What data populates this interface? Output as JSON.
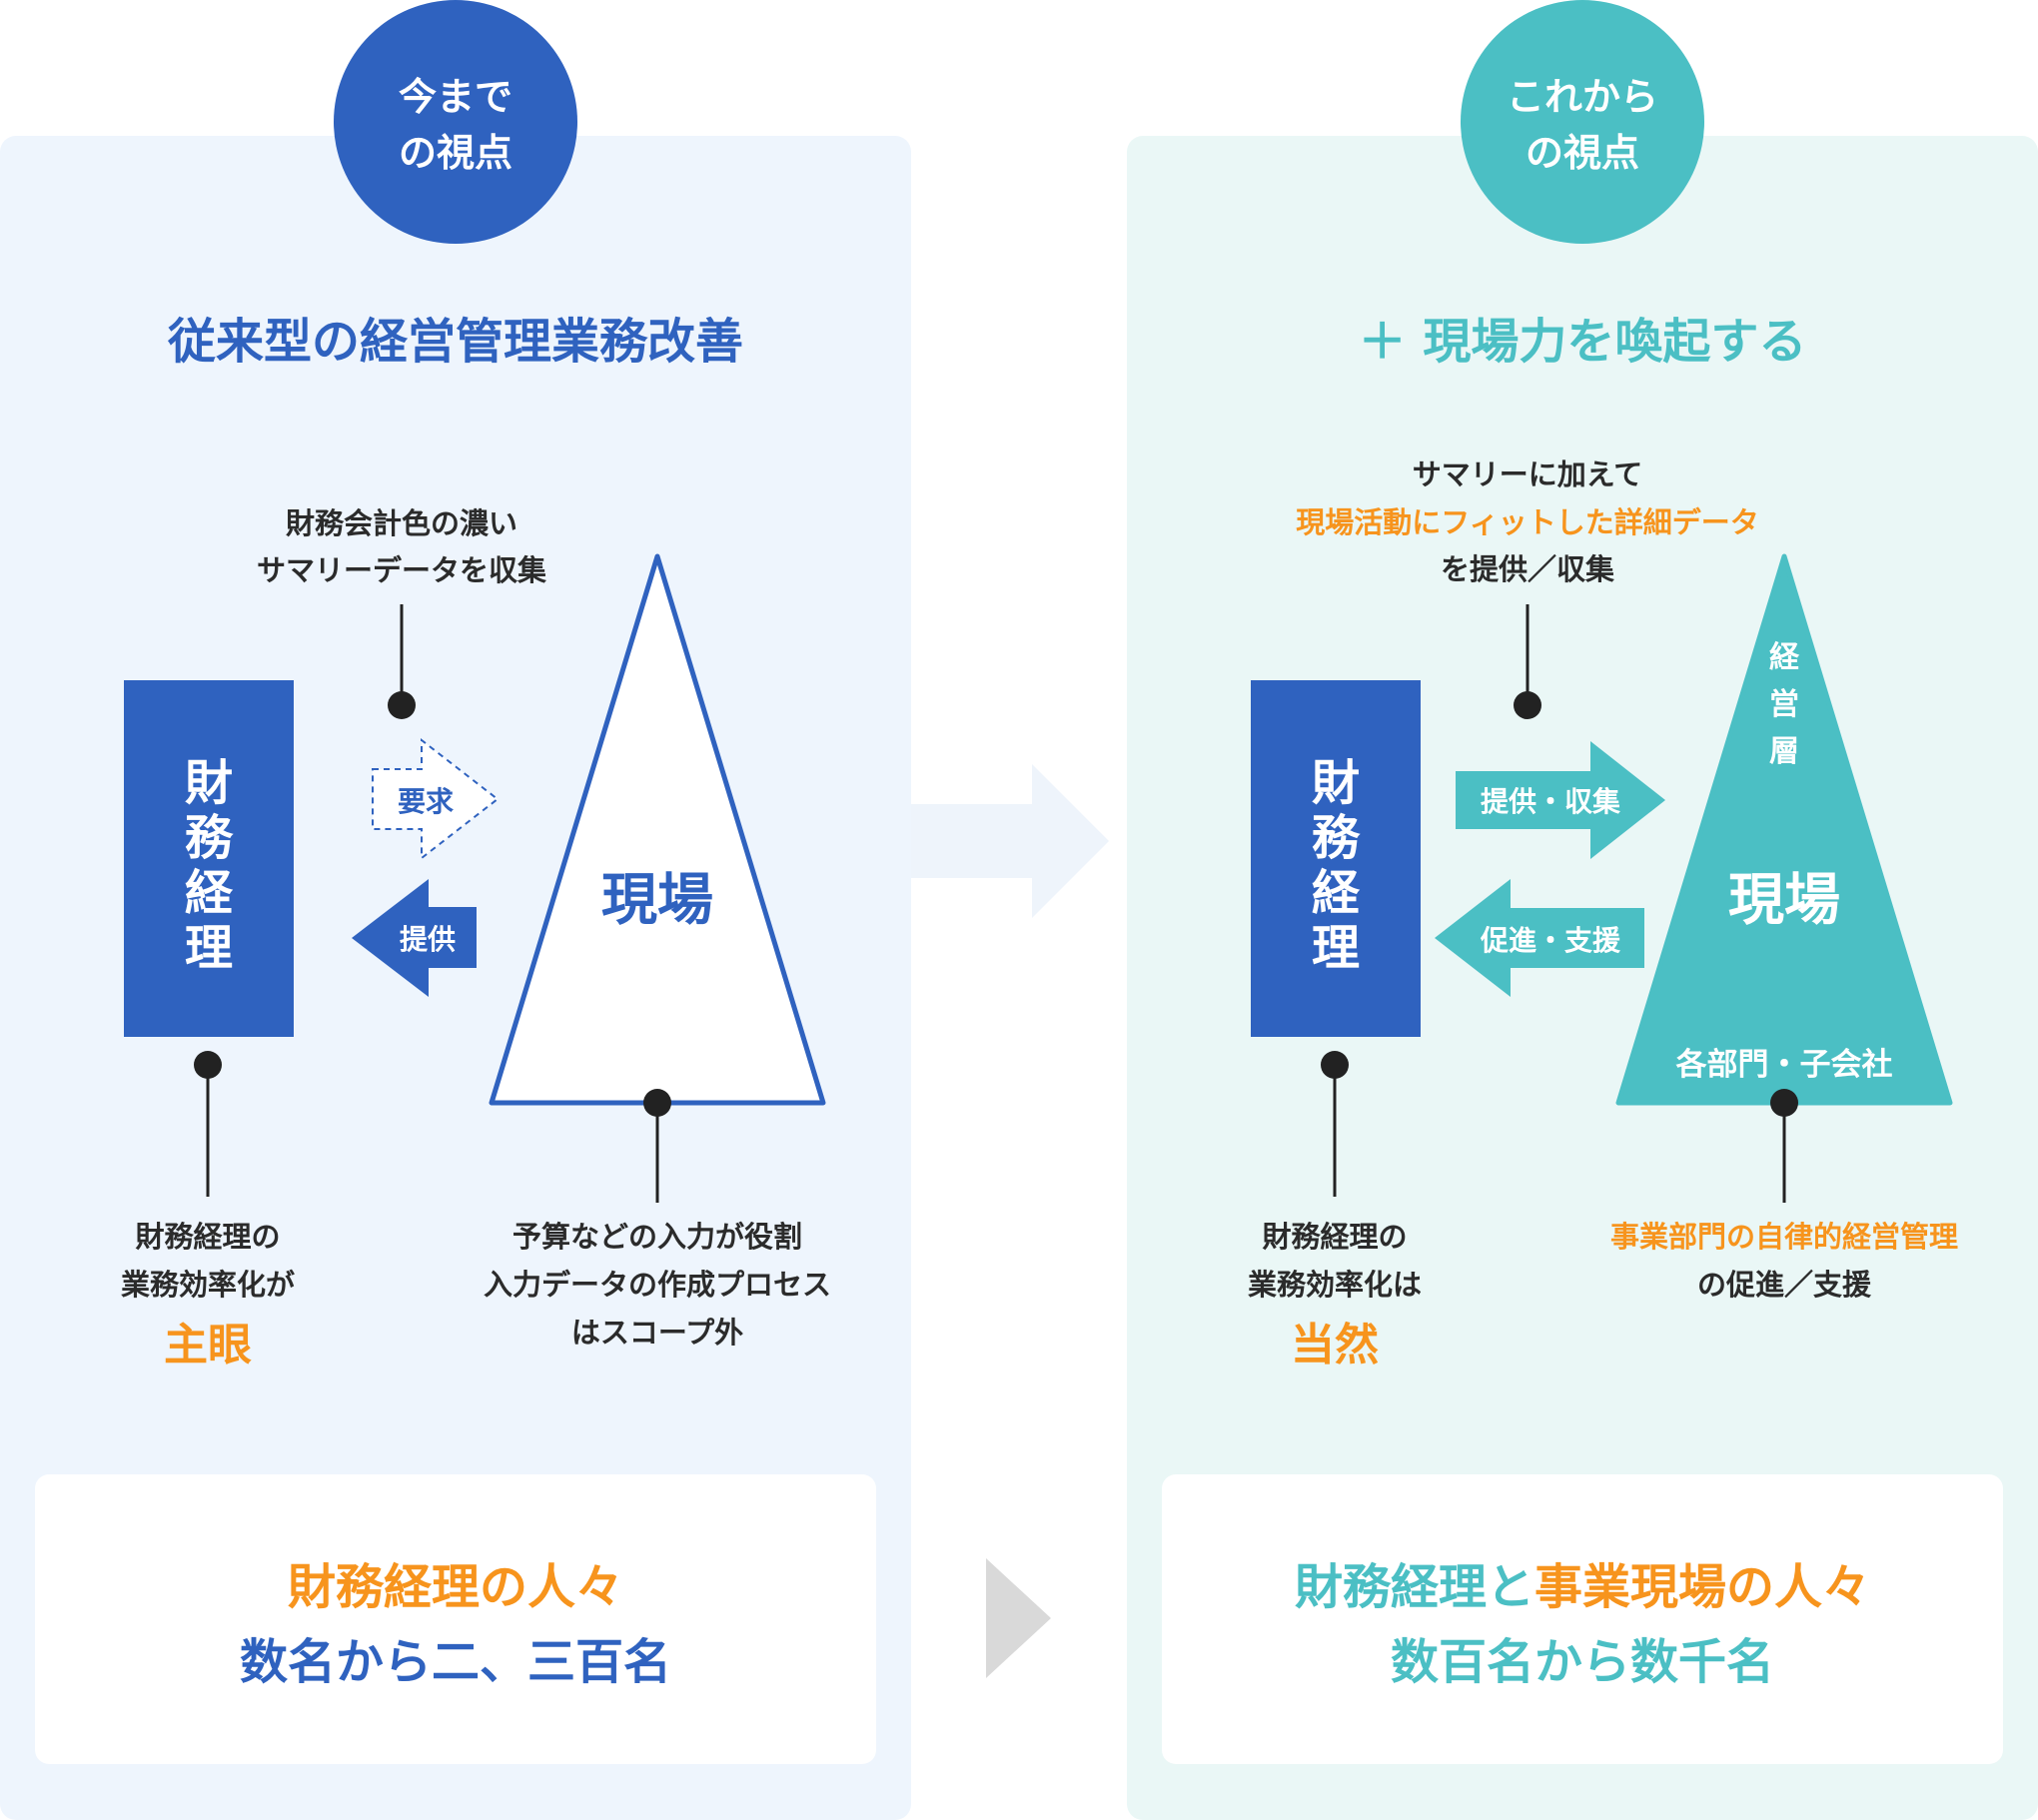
{
  "colors": {
    "blue": "#2f62bf",
    "teal": "#4bbfc4",
    "orange": "#f7941d",
    "dark_text": "#2b2b2b",
    "white": "#ffffff",
    "left_panel_bg": "#eef5fd",
    "right_panel_bg": "#eaf7f6",
    "gray_arrow": "#d9d9d9",
    "big_arrow": "#eef4fb"
  },
  "left": {
    "badge": {
      "line1": "今まで",
      "line2": "の視点"
    },
    "heading": "従来型の経営管理業務改善",
    "top_note": {
      "line1": "財務会計色の濃い",
      "line2": "サマリーデータを収集"
    },
    "finance_box": [
      "財",
      "務",
      "経",
      "理"
    ],
    "request_label": "要求",
    "provide_label": "提供",
    "triangle_label": "現場",
    "bottom_left_note": {
      "line1": "財務経理の",
      "line2": "業務効率化が",
      "emphasis": "主眼"
    },
    "bottom_right_note": {
      "line1": "予算などの入力が役割",
      "line2": "入力データの作成プロセス",
      "line3": "はスコープ外"
    },
    "footer": {
      "line1": "財務経理の人々",
      "line2": "数名から二、三百名"
    }
  },
  "right": {
    "badge": {
      "line1": "これから",
      "line2": "の視点"
    },
    "heading": "＋ 現場力を喚起する",
    "top_note": {
      "line1": "サマリーに加えて",
      "line2": "現場活動にフィットした詳細データ",
      "line3": "を提供／収集"
    },
    "finance_box": [
      "財",
      "務",
      "経",
      "理"
    ],
    "provide_collect_label": "提供・収集",
    "promote_support_label": "促進・支援",
    "triangle_top": [
      "経",
      "営",
      "層"
    ],
    "triangle_label": "現場",
    "triangle_bottom": "各部門・子会社",
    "bottom_left_note": {
      "line1": "財務経理の",
      "line2": "業務効率化は",
      "emphasis": "当然"
    },
    "bottom_right_note": {
      "line1": "事業部門の自律的経営管理",
      "line2": "の促進／支援"
    },
    "footer": {
      "line1_a": "財務経理と",
      "line1_b": "事業現場の人々",
      "line2": "数百名から数千名"
    }
  }
}
